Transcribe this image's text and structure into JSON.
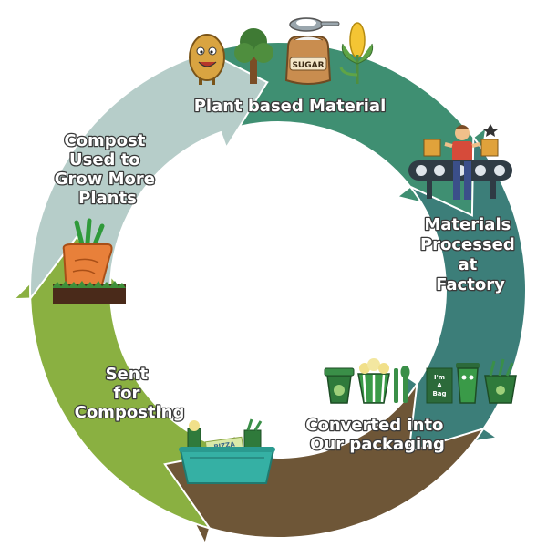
{
  "stages": [
    {
      "id": "plant",
      "label_lines": [
        "Plant based Material"
      ],
      "color": "#3f8f72"
    },
    {
      "id": "factory",
      "label_lines": [
        "Materials",
        "Processed",
        "at",
        "Factory"
      ],
      "color": "#3c7e79"
    },
    {
      "id": "packaging",
      "label_lines": [
        "Converted into",
        "Our packaging"
      ],
      "color": "#6e5637"
    },
    {
      "id": "composting",
      "label_lines": [
        "Sent",
        "for",
        "Composting"
      ],
      "color": "#8ab041"
    },
    {
      "id": "compost",
      "label_lines": [
        "Compost",
        "Used to",
        "Grow More",
        "Plants"
      ],
      "color": "#b6cdc9"
    }
  ],
  "icon_text": {
    "sugar": "SUGAR",
    "bag": [
      "I'm",
      "A",
      "Bag"
    ],
    "box": "PIZZA"
  },
  "icons": [
    "potato-icon",
    "tree-icon",
    "sugar-sack-icon",
    "corn-icon",
    "factory-worker-icon",
    "conveyor-belt-icon",
    "packaging-products-icon",
    "compost-bin-icon",
    "carrot-soil-icon"
  ]
}
